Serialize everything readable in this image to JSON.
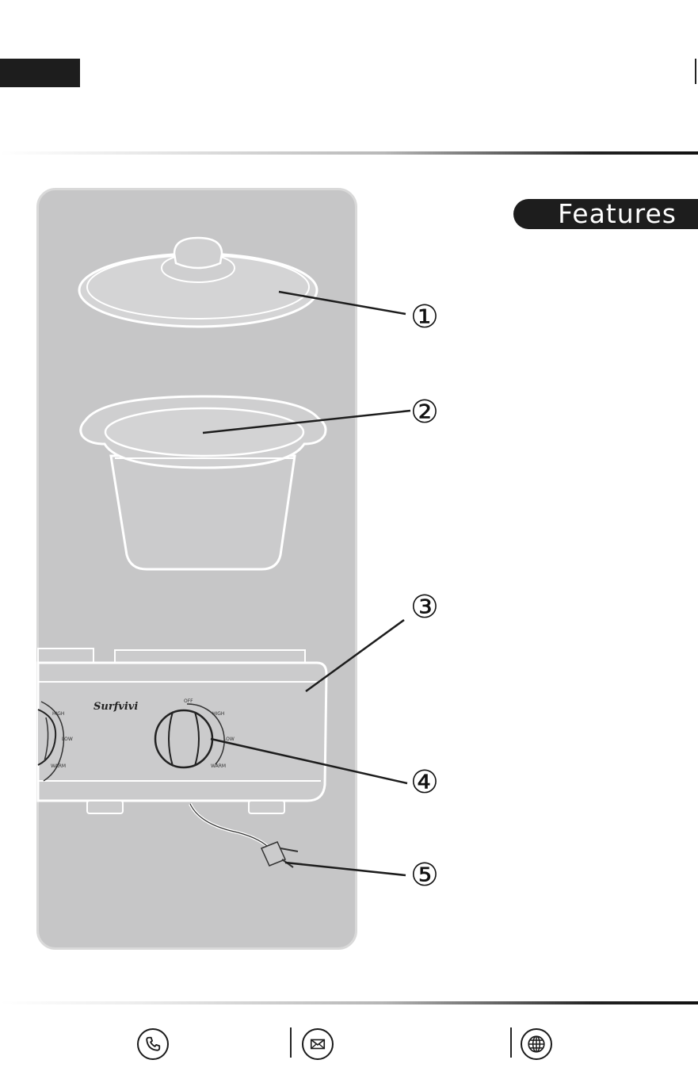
{
  "header": {
    "badge_label": "Features"
  },
  "diagram": {
    "callouts": [
      {
        "number": "①",
        "label_for": "glass-lid"
      },
      {
        "number": "②",
        "label_for": "ceramic-pot"
      },
      {
        "number": "③",
        "label_for": "base-housing"
      },
      {
        "number": "④",
        "label_for": "control-knob"
      },
      {
        "number": "⑤",
        "label_for": "power-plug"
      }
    ],
    "brand_mark": "Surfvivi",
    "knob_labels": {
      "off": "OFF",
      "high": "HIGH",
      "low": "LOW",
      "warm": "WARM"
    },
    "colors": {
      "panel_bg": "#c6c6c7",
      "dark": "#1d1d1d"
    }
  },
  "footer": {
    "icons": [
      "phone-icon",
      "mail-icon",
      "globe-icon"
    ]
  }
}
